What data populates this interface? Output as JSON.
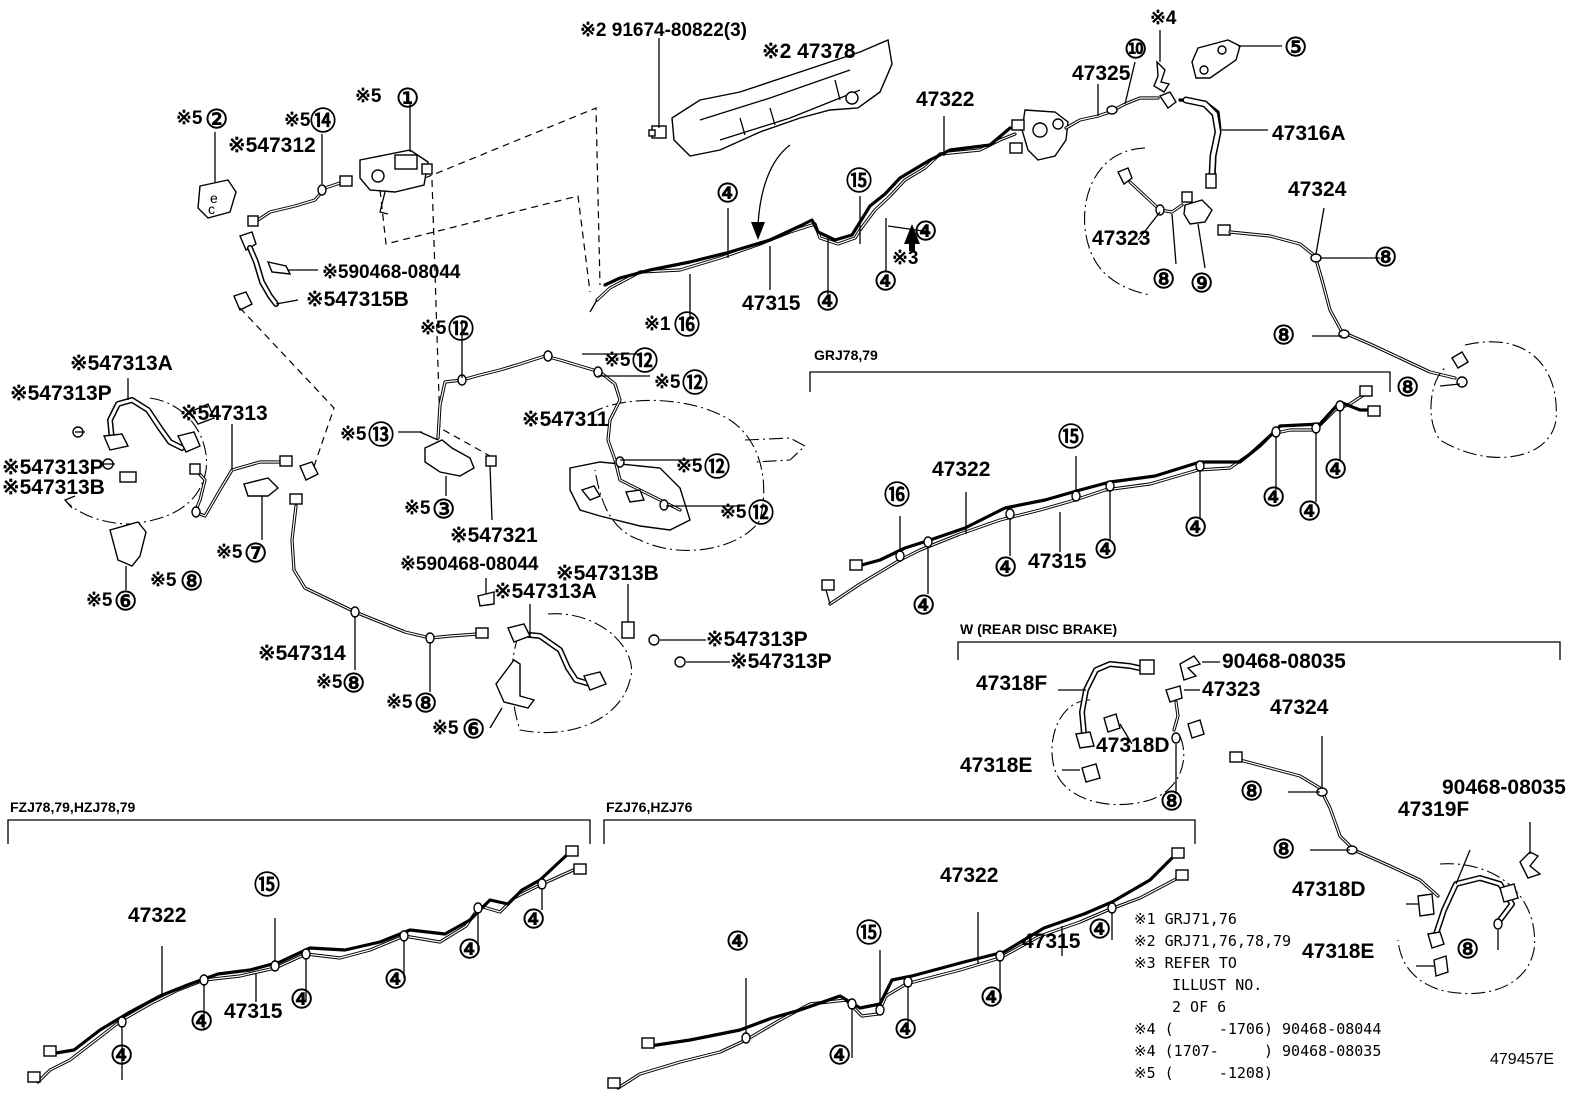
{
  "labels": {
    "p91674": "※2 91674-80822(3)",
    "p47378": "※2 47378",
    "c1": "①",
    "c2": "②",
    "c3": "③",
    "c4": "④",
    "c5": "⑤",
    "c6": "⑥",
    "c7": "⑦",
    "c8": "⑧",
    "c9": "⑨",
    "c10": "⑩",
    "c12": "⑫",
    "c13": "⑬",
    "c14": "⑭",
    "c15": "⑮",
    "c16": "⑯",
    "x5": "※5",
    "x4": "※4",
    "x3": "※3",
    "x1": "※1",
    "p47312": "※547312",
    "p90468_08044a": "※590468-08044",
    "p47315B": "※547315B",
    "p47313A": "※547313A",
    "p47313P": "※547313P",
    "p47313": "※547313",
    "p47313B": "※547313B",
    "p47311": "※547311",
    "p47321": "※547321",
    "p47314": "※547314",
    "p47325": "47325",
    "p47322": "47322",
    "p47316A": "47316A",
    "p47324": "47324",
    "p47323": "47323",
    "p47315": "47315",
    "p90468_08035": "90468-08035",
    "p47318F": "47318F",
    "p47318D": "47318D",
    "p47318E": "47318E",
    "p47319F": "47319F",
    "section_grj": "GRJ78,79",
    "section_w": "W (REAR DISC BRAKE)",
    "section_fzj78": "FZJ78,79,HZJ78,79",
    "section_fzj76": "FZJ76,HZJ76",
    "note1": "※1 GRJ71,76",
    "note2": "※2 GRJ71,76,78,79",
    "note3a": "※3 REFER TO",
    "note3b": "ILLUST NO.",
    "note3c": "2 OF 6",
    "note4a": "※4 (     -1706) 90468-08044",
    "note4b": "※4 (1707-     ) 90468-08035",
    "note5": "※5 (     -1208)",
    "illus_id": "479457E"
  }
}
